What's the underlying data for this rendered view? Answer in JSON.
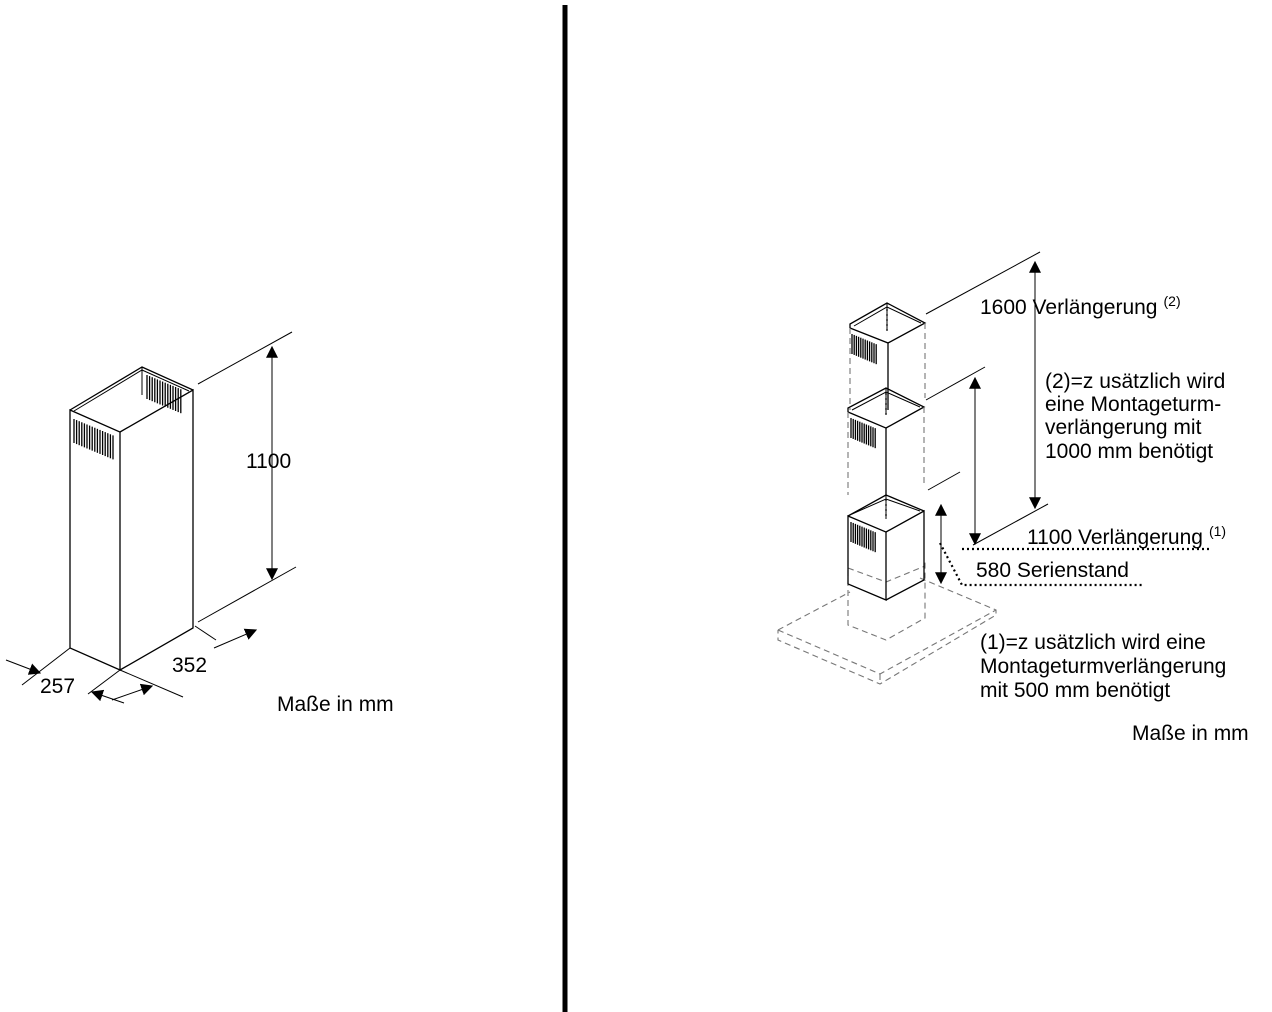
{
  "left_panel": {
    "height_label": "1100",
    "depth_label": "352",
    "width_label": "257",
    "units_label": "Maße in mm"
  },
  "right_panel": {
    "ext_1600_label": "1600 Verlängerung",
    "ext_1600_sup": "(2)",
    "note2_lines": [
      "(2)=z usätzlich wird",
      "eine Montageturm-",
      "verlängerung mit",
      "1000 mm benötigt"
    ],
    "ext_1100_label": "1100 Verlängerung",
    "ext_1100_sup": "(1)",
    "series_label": "580 Serienstand",
    "note1_lines": [
      "(1)=z usätzlich wird eine",
      "Montageturmverlängerung",
      "mit 500 mm benötigt"
    ],
    "units_label": "Maße in mm"
  }
}
